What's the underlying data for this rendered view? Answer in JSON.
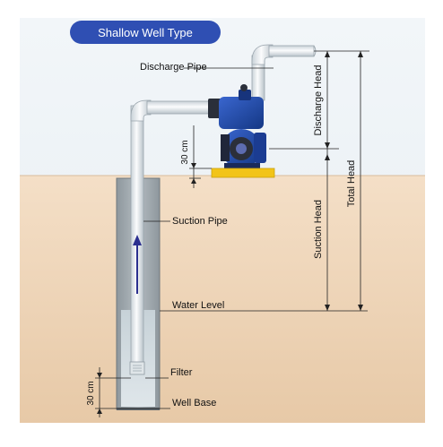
{
  "title": "Shallow Well Type",
  "labels": {
    "discharge_pipe": "Discharge Pipe",
    "suction_pipe": "Suction Pipe",
    "water_level": "Water Level",
    "filter": "Filter",
    "well_base": "Well Base",
    "pump_clearance": "30 cm",
    "base_clearance": "30 cm",
    "discharge_head": "Discharge Head",
    "suction_head": "Suction Head",
    "total_head": "Total Head"
  },
  "colors": {
    "panel_top": "#f2f6f9",
    "panel_bottom": "#e6edf2",
    "ground_top": "#f4dfc7",
    "ground_bottom": "#e7c9a7",
    "title_badge": "#2f4fb3",
    "pump_body": "#1f46a8",
    "pump_base": "#f2c418",
    "pipe": "#e6ecf0",
    "water": "#c7d2d8",
    "flow_arrow": "#2b2f8f",
    "dimension_line": "#222222"
  },
  "icons": [
    "pump-icon",
    "flow-arrow-icon"
  ]
}
